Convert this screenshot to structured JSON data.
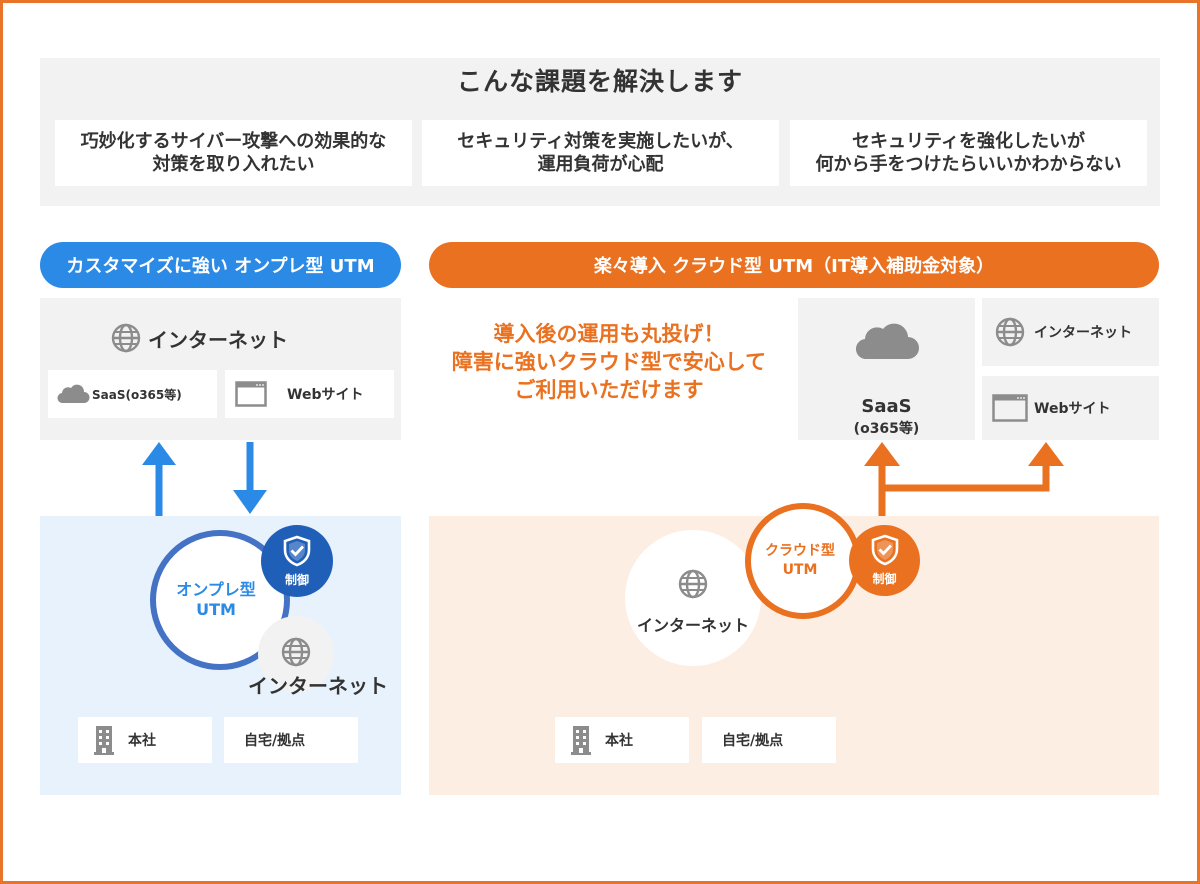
{
  "issues": {
    "title": "こんな課題を解決します",
    "items": [
      "巧妙化するサイバー攻撃への効果的な\n対策を取り入れたい",
      "セキュリティ対策を実施したいが、\n運用負荷が心配",
      "セキュリティを強化したいが\n何から手をつけたらいいかわからない"
    ]
  },
  "left": {
    "header": "カスタマイズに強い オンプレ型 UTM",
    "internet_label": "インターネット",
    "saas_label": "SaaS(o365等)",
    "web_label": "Webサイト",
    "utm_line1": "オンプレ型",
    "utm_line2": "UTM",
    "control_label": "制御",
    "internet_circle_label": "インターネット",
    "hq_label": "本社",
    "home_label": "自宅/拠点"
  },
  "right": {
    "header": "楽々導入 クラウド型 UTM（IT導入補助金対象）",
    "tagline": [
      "導入後の運用も丸投げ！",
      "障害に強いクラウド型で安心して",
      "ご利用いただけます"
    ],
    "saas_line1": "SaaS",
    "saas_line2": "(o365等)",
    "internet_label": "インターネット",
    "web_label": "Webサイト",
    "utm_line1": "クラウド型",
    "utm_line2": "UTM",
    "control_label": "制御",
    "internet_circle_label": "インターネット",
    "hq_label": "本社",
    "home_label": "自宅/拠点"
  },
  "colors": {
    "blue": "#2b8ae6",
    "dark_blue": "#1f5fb8",
    "orange": "#e97120",
    "gray_panel": "#f2f2f2",
    "light_blue_bg": "#e8f2fc",
    "light_orange_bg": "#fdeee4",
    "icon_gray": "#8c8c8c"
  },
  "icons": [
    "globe-icon",
    "cloud-icon",
    "browser-icon",
    "shield-check-icon",
    "building-icon",
    "arrow-up-icon",
    "arrow-down-icon"
  ]
}
